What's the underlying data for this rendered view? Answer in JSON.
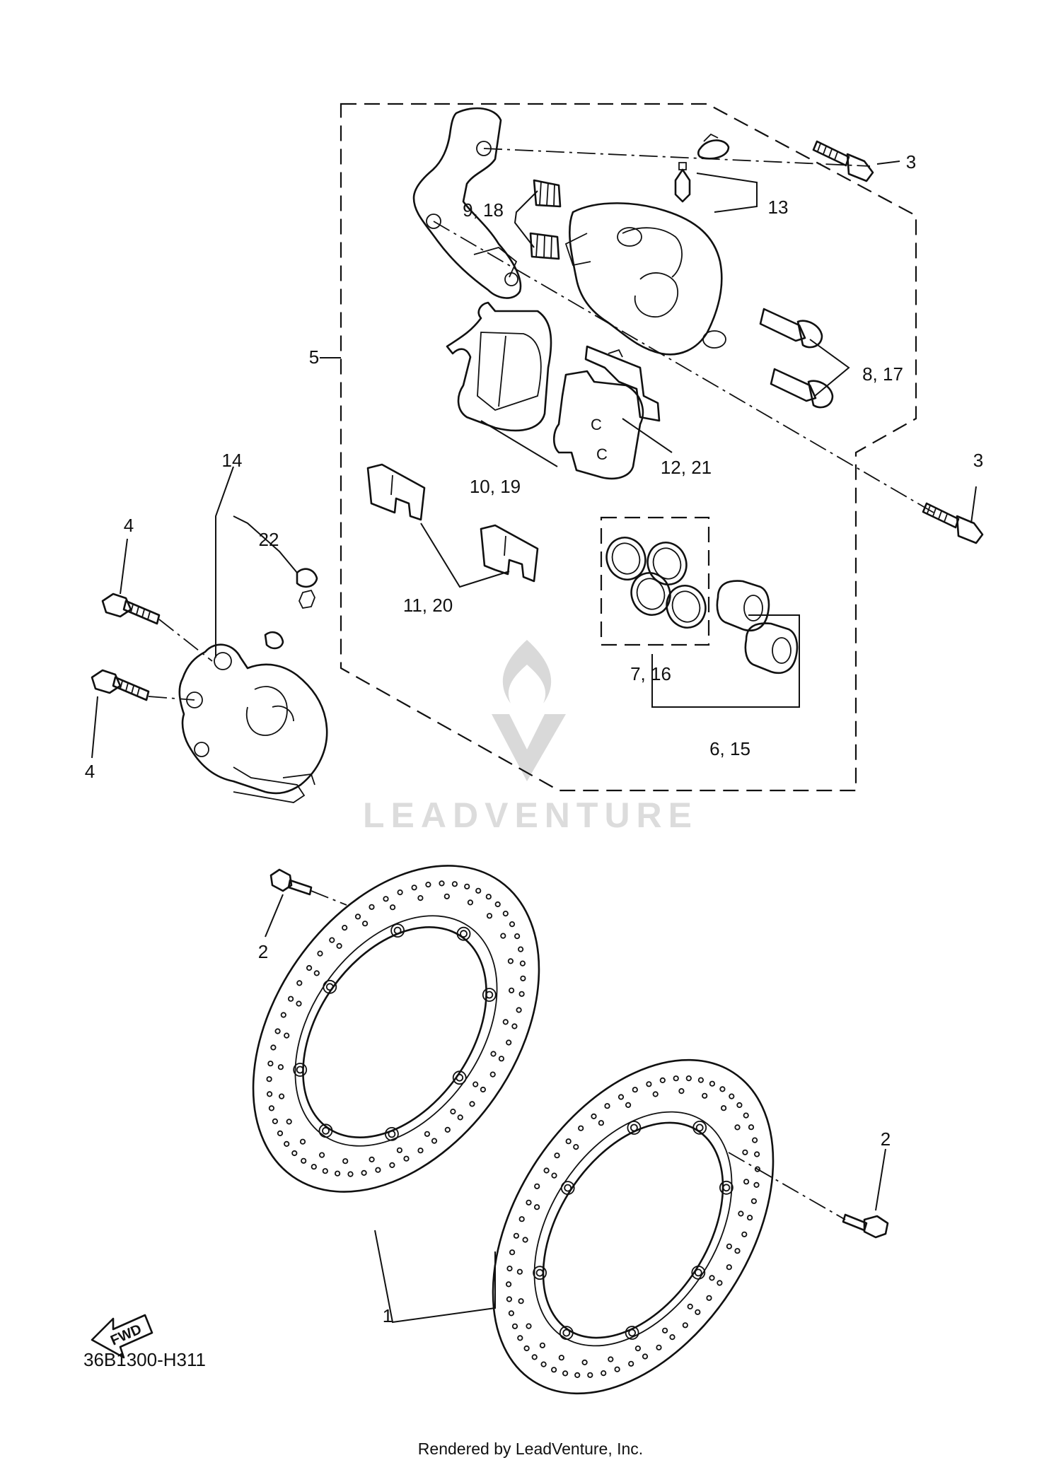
{
  "callouts": {
    "c1": "1",
    "c2a": "2",
    "c2b": "2",
    "c3a": "3",
    "c3b": "3",
    "c4a": "4",
    "c4b": "4",
    "c5": "5",
    "c6_15": "6, 15",
    "c7_16": "7, 16",
    "c8_17": "8, 17",
    "c9_18": "9, 18",
    "c10_19": "10, 19",
    "c11_20": "11, 20",
    "c12_21": "12, 21",
    "c13": "13",
    "c14": "14",
    "c22": "22"
  },
  "fwd_label": "FWD",
  "diagram_code": "36B1300-H311",
  "watermark": "LEADVENTURE",
  "credit": "Rendered by LeadVenture, Inc."
}
